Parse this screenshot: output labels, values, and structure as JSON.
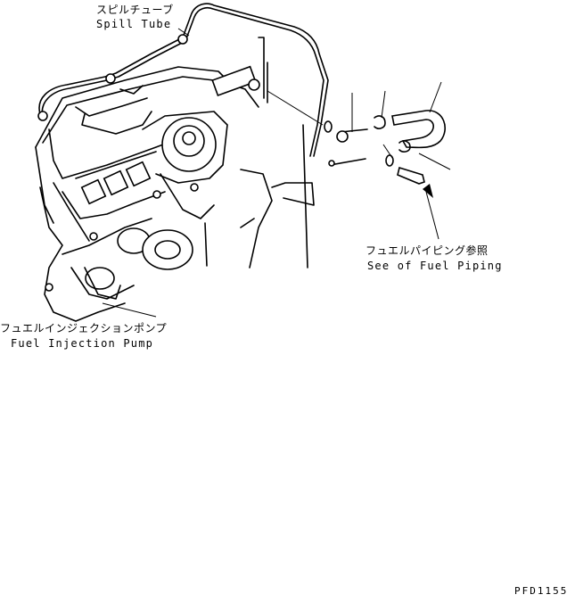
{
  "labels": {
    "spill_tube_jp": "スピルチューブ",
    "spill_tube_en": "Spill Tube",
    "fuel_piping_jp": "フュエルパイピング参照",
    "fuel_piping_en": "See of Fuel Piping",
    "injection_pump_jp": "フュエルインジェクションポンプ",
    "injection_pump_en": "Fuel Injection Pump"
  },
  "figure_number": "PFD1155",
  "colors": {
    "line": "#000000",
    "background": "#ffffff"
  }
}
